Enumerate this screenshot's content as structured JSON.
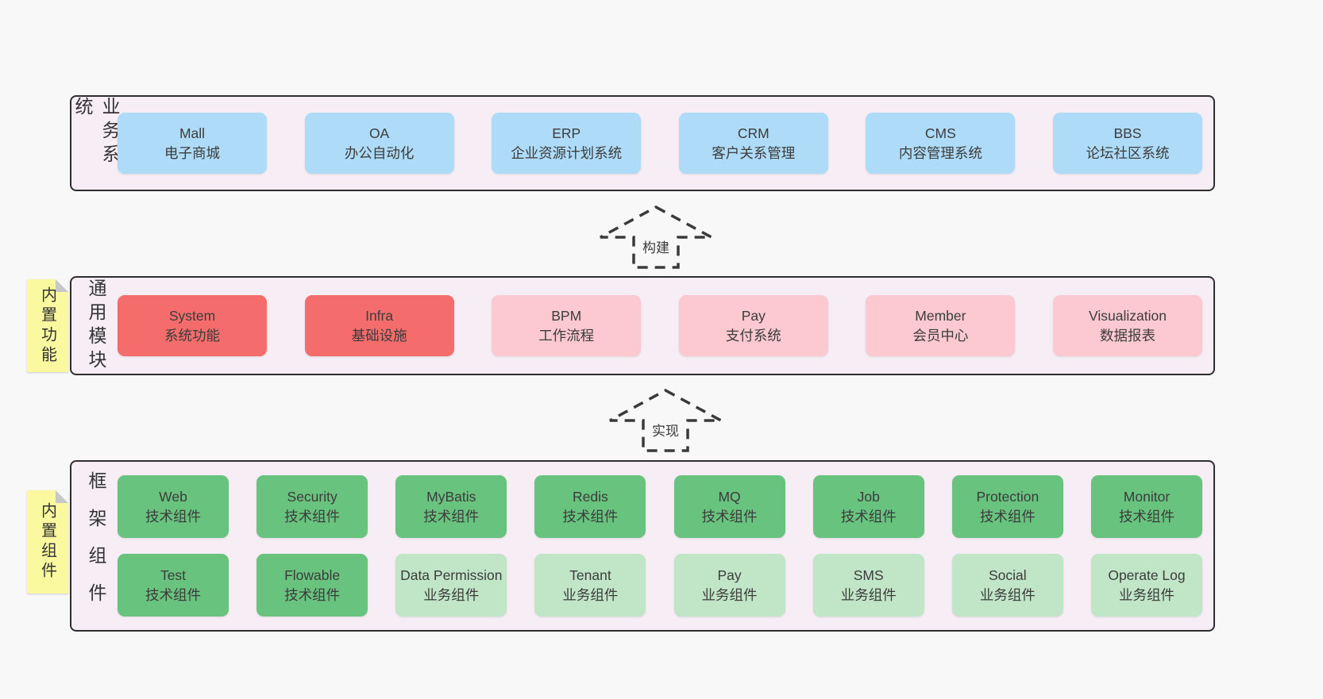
{
  "diagram": {
    "colors": {
      "blue": "#aedcf8",
      "red": "#f56c6c",
      "pink": "#fcc9d1",
      "green": "#68c37e",
      "light-green": "#c1e6c7",
      "band_bg": "#f6edf5",
      "sticky_bg": "#fbf9a0",
      "border": "#2e2e2e",
      "page_bg": "#f8f8f8"
    },
    "arrows": [
      {
        "label": "构建"
      },
      {
        "label": "实现"
      }
    ],
    "bands": [
      {
        "name": "business-systems",
        "label": "业务系统",
        "sticky": null,
        "rows": [
          [
            {
              "en": "Mall",
              "zh": "电子商城",
              "type": "blue"
            },
            {
              "en": "OA",
              "zh": "办公自动化",
              "type": "blue"
            },
            {
              "en": "ERP",
              "zh": "企业资源计划系统",
              "type": "blue"
            },
            {
              "en": "CRM",
              "zh": "客户关系管理",
              "type": "blue"
            },
            {
              "en": "CMS",
              "zh": "内容管理系统",
              "type": "blue"
            },
            {
              "en": "BBS",
              "zh": "论坛社区系统",
              "type": "blue"
            }
          ]
        ]
      },
      {
        "name": "common-modules",
        "label": "通用模块",
        "sticky": "内置功能",
        "rows": [
          [
            {
              "en": "System",
              "zh": "系统功能",
              "type": "red"
            },
            {
              "en": "Infra",
              "zh": "基础设施",
              "type": "red"
            },
            {
              "en": "BPM",
              "zh": "工作流程",
              "type": "pink"
            },
            {
              "en": "Pay",
              "zh": "支付系统",
              "type": "pink"
            },
            {
              "en": "Member",
              "zh": "会员中心",
              "type": "pink"
            },
            {
              "en": "Visualization",
              "zh": "数据报表",
              "type": "pink"
            }
          ]
        ]
      },
      {
        "name": "framework-components",
        "label": "框架组件",
        "sticky": "内置组件",
        "rows": [
          [
            {
              "en": "Web",
              "zh": "技术组件",
              "type": "green"
            },
            {
              "en": "Security",
              "zh": "技术组件",
              "type": "green"
            },
            {
              "en": "MyBatis",
              "zh": "技术组件",
              "type": "green"
            },
            {
              "en": "Redis",
              "zh": "技术组件",
              "type": "green"
            },
            {
              "en": "MQ",
              "zh": "技术组件",
              "type": "green"
            },
            {
              "en": "Job",
              "zh": "技术组件",
              "type": "green"
            },
            {
              "en": "Protection",
              "zh": "技术组件",
              "type": "green"
            },
            {
              "en": "Monitor",
              "zh": "技术组件",
              "type": "green"
            }
          ],
          [
            {
              "en": "Test",
              "zh": "技术组件",
              "type": "green"
            },
            {
              "en": "Flowable",
              "zh": "技术组件",
              "type": "green"
            },
            {
              "en": "Data Permission",
              "zh": "业务组件",
              "type": "light-green"
            },
            {
              "en": "Tenant",
              "zh": "业务组件",
              "type": "light-green"
            },
            {
              "en": "Pay",
              "zh": "业务组件",
              "type": "light-green"
            },
            {
              "en": "SMS",
              "zh": "业务组件",
              "type": "light-green"
            },
            {
              "en": "Social",
              "zh": "业务组件",
              "type": "light-green"
            },
            {
              "en": "Operate Log",
              "zh": "业务组件",
              "type": "light-green"
            }
          ]
        ]
      }
    ]
  }
}
